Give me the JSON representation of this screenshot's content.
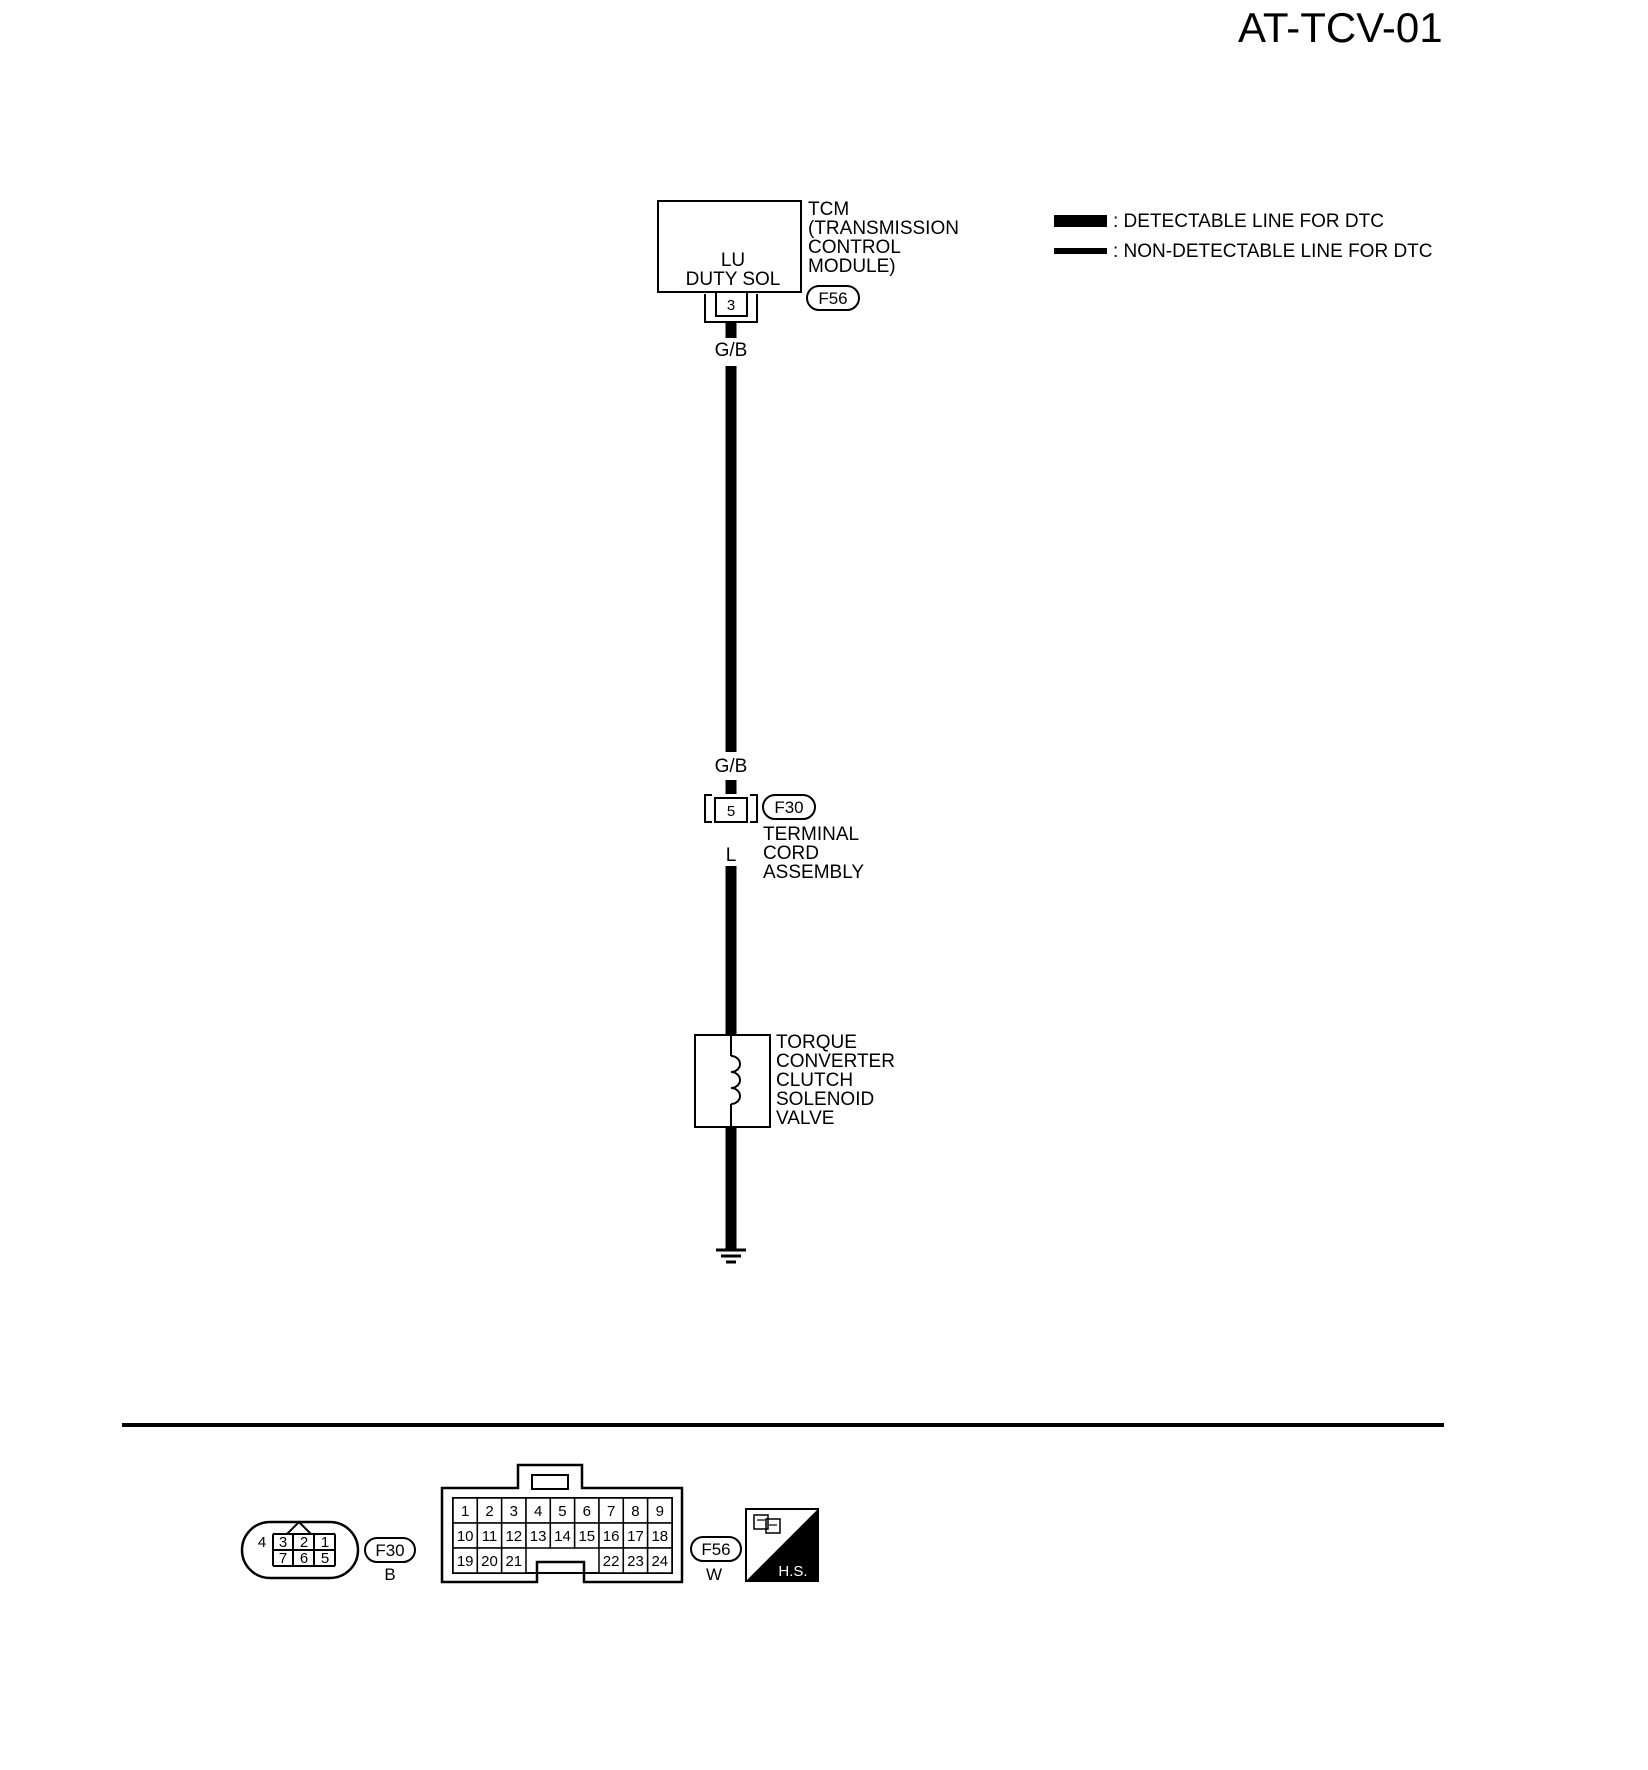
{
  "diagram_id": "AT-TCV-01",
  "colors": {
    "ink": "#000000",
    "paper": "#ffffff"
  },
  "legend": {
    "detectable": ": DETECTABLE LINE FOR DTC",
    "non_detectable": ": NON-DETECTABLE LINE FOR DTC"
  },
  "tcm": {
    "title_lines": [
      "TCM",
      "(TRANSMISSION",
      "CONTROL",
      "MODULE)"
    ],
    "inner_lines": [
      "LU",
      "DUTY SOL"
    ],
    "pin": "3",
    "connector_id": "F56"
  },
  "wire_colors": {
    "upper": "G/B",
    "upper_bottom": "G/B",
    "lower": "L"
  },
  "terminal_cord": {
    "pin": "5",
    "connector_id": "F30",
    "label_lines": [
      "TERMINAL",
      "CORD",
      "ASSEMBLY"
    ]
  },
  "solenoid": {
    "label_lines": [
      "TORQUE",
      "CONVERTER",
      "CLUTCH",
      "SOLENOID",
      "VALVE"
    ]
  },
  "connector_f30": {
    "id": "F30",
    "color": "B",
    "top_pins": [
      "4",
      "3",
      "2",
      "1"
    ],
    "bottom_pins": [
      "7",
      "6",
      "5"
    ]
  },
  "connector_f56": {
    "id": "F56",
    "color": "W",
    "row1": [
      "1",
      "2",
      "3",
      "4",
      "5",
      "6",
      "7",
      "8",
      "9"
    ],
    "row2": [
      "10",
      "11",
      "12",
      "13",
      "14",
      "15",
      "16",
      "17",
      "18"
    ],
    "row3_left": [
      "19",
      "20",
      "21"
    ],
    "row3_right": [
      "22",
      "23",
      "24"
    ]
  },
  "hs_badge": {
    "text": "H.S.",
    "icon": "connector-icon"
  }
}
